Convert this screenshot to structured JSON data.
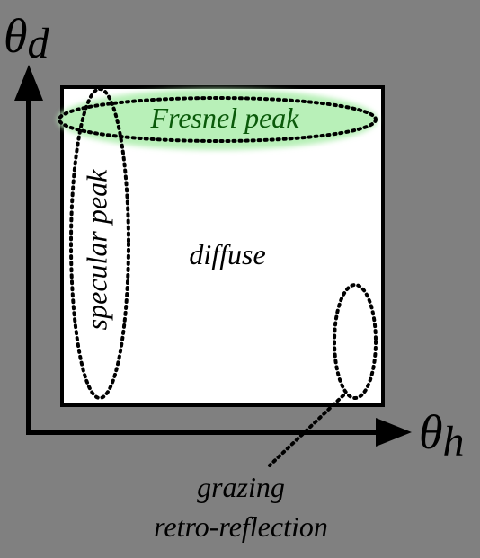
{
  "axes": {
    "y_symbol": "θ",
    "y_subscript": "d",
    "x_symbol": "θ",
    "x_subscript": "h"
  },
  "regions": {
    "fresnel": "Fresnel peak",
    "specular": "specular peak",
    "diffuse": "diffuse",
    "grazing_line1": "grazing",
    "grazing_line2": "retro-reflection"
  },
  "colors": {
    "background": "#808080",
    "fresnel_fill": "#b8f0b8",
    "fresnel_text": "#0a5a0a",
    "ink": "#000000",
    "box_fill": "#ffffff"
  }
}
